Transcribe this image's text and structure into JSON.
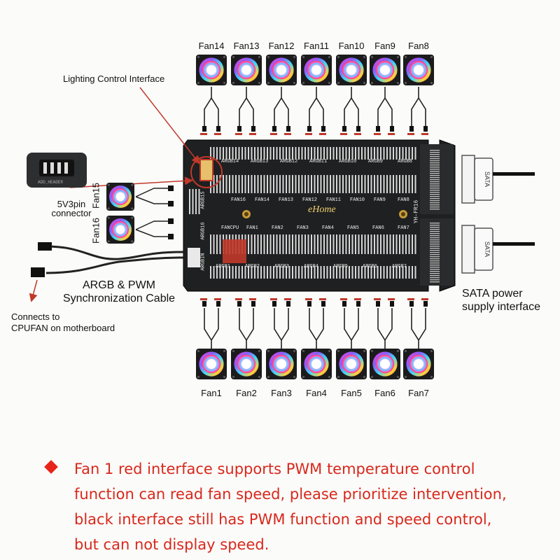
{
  "top_fans": [
    "Fan14",
    "Fan13",
    "Fan12",
    "Fan11",
    "Fan10",
    "Fan9",
    "Fan8"
  ],
  "bottom_fans": [
    "Fan1",
    "Fan2",
    "Fan3",
    "Fan4",
    "Fan5",
    "Fan6",
    "Fan7"
  ],
  "side_fans": [
    "Fan15",
    "Fan16"
  ],
  "board": {
    "brand": "eHome",
    "model": "YH-FR16",
    "argb_top": [
      "ARGB14",
      "ARGB13",
      "ARGB12",
      "ARGB11",
      "ARGB10",
      "ARGB9",
      "ARGB8"
    ],
    "fan_top": [
      "FAN16",
      "FAN14",
      "FAN13",
      "FAN12",
      "FAN11",
      "FAN10",
      "FAN9",
      "FAN8"
    ],
    "fan_mid": [
      "FANCPU",
      "FAN1",
      "FAN2",
      "FAN3",
      "FAN4",
      "FAN5",
      "FAN6",
      "FAN7"
    ],
    "argb_bottom": [
      "ARGB1",
      "ARGB2",
      "ARGB3",
      "ARGB4",
      "ARGB5",
      "ARGB6",
      "ARGB7"
    ],
    "side_labels": [
      "ARGB15",
      "ARGB16",
      "ARGBIN"
    ]
  },
  "callouts": {
    "lighting": "Lighting Control Interface",
    "connector_line1": "5V3pin",
    "connector_line2": "connector",
    "cable_line1": "ARGB & PWM",
    "cable_line2": "Synchronization Cable",
    "cpufan_line1": "Connects to",
    "cpufan_line2": "CPUFAN on motherboard",
    "sata_line1": "SATA power",
    "sata_line2": "supply interface",
    "sata_plug": "SATA",
    "header_label": "ADD_HEADER"
  },
  "note_lines": [
    "Fan 1 red interface supports PWM temperature control",
    "function can read fan speed, please prioritize intervention,",
    "black interface still has PWM function and speed control,",
    "but can not display speed."
  ],
  "colors": {
    "note_red": "#d8281c",
    "board": "#1f2021",
    "arrow_red": "#c0392b"
  }
}
